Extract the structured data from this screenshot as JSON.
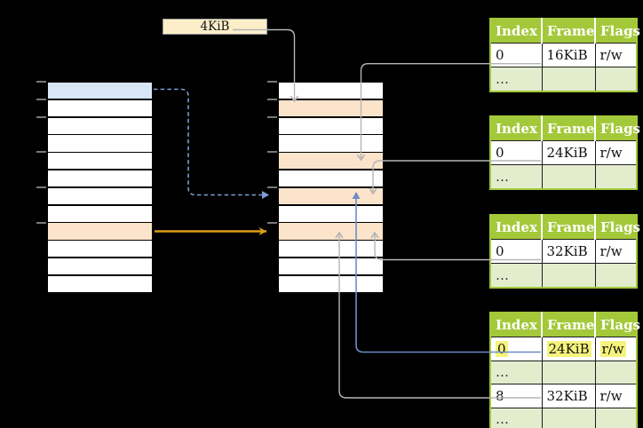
{
  "size_label": {
    "text": "4KiB"
  },
  "left_table": {
    "rows": 12,
    "blue_row_index": 0,
    "orange_row_index": 8,
    "tick_rows": [
      0,
      1,
      2,
      4,
      6,
      8
    ]
  },
  "middle_table": {
    "rows": 12,
    "orange_row_indices": [
      1,
      4,
      6,
      8
    ],
    "tick_rows": [
      0,
      1,
      2,
      4,
      6,
      8
    ]
  },
  "right_tables": [
    {
      "headers": [
        "Index",
        "Frame",
        "Flags"
      ],
      "rows": [
        {
          "cells": [
            "0",
            "16KiB",
            "r/w"
          ]
        },
        {
          "cells": [
            "…",
            "",
            ""
          ],
          "shaded": true
        }
      ]
    },
    {
      "headers": [
        "Index",
        "Frame",
        "Flags"
      ],
      "rows": [
        {
          "cells": [
            "0",
            "24KiB",
            "r/w"
          ]
        },
        {
          "cells": [
            "…",
            "",
            ""
          ],
          "shaded": true
        }
      ]
    },
    {
      "headers": [
        "Index",
        "Frame",
        "Flags"
      ],
      "rows": [
        {
          "cells": [
            "0",
            "32KiB",
            "r/w"
          ]
        },
        {
          "cells": [
            "…",
            "",
            ""
          ],
          "shaded": true
        }
      ]
    },
    {
      "headers": [
        "Index",
        "Frame",
        "Flags"
      ],
      "rows": [
        {
          "cells": [
            "0",
            "24KiB",
            "r/w"
          ],
          "highlight": true
        },
        {
          "cells": [
            "…",
            "",
            ""
          ],
          "shaded": true
        },
        {
          "cells": [
            "8",
            "32KiB",
            "r/w"
          ]
        },
        {
          "cells": [
            "…",
            "",
            ""
          ],
          "shaded": true
        }
      ]
    }
  ],
  "connectors": [
    {
      "name": "size-label-to-l2",
      "color": "gray",
      "style": "solid"
    },
    {
      "name": "blue-page-to-l2",
      "color": "blue",
      "style": "dashed"
    },
    {
      "name": "orange-page-to-l2",
      "color": "orange",
      "style": "solid"
    },
    {
      "name": "table1-to-l2",
      "color": "gray",
      "style": "solid"
    },
    {
      "name": "table2-to-l2",
      "color": "gray",
      "style": "solid"
    },
    {
      "name": "table3-to-l2",
      "color": "gray",
      "style": "solid"
    },
    {
      "name": "table4-row0-to-l2",
      "color": "blue",
      "style": "solid"
    },
    {
      "name": "table4-row8-to-l2",
      "color": "gray",
      "style": "solid"
    }
  ],
  "colors": {
    "header_green": "#a3c93a",
    "row_green": "#e3edce",
    "peach": "#fce4cb",
    "blue_row": "#d9e6f8",
    "cream": "#fceec9",
    "highlight_yellow": "#f5f37c",
    "arrow_gray": "#b5b5b5",
    "arrow_blue": "#6d8dc5",
    "arrow_blue_dashed": "#7d9cd8",
    "arrow_orange": "#db9e16"
  }
}
